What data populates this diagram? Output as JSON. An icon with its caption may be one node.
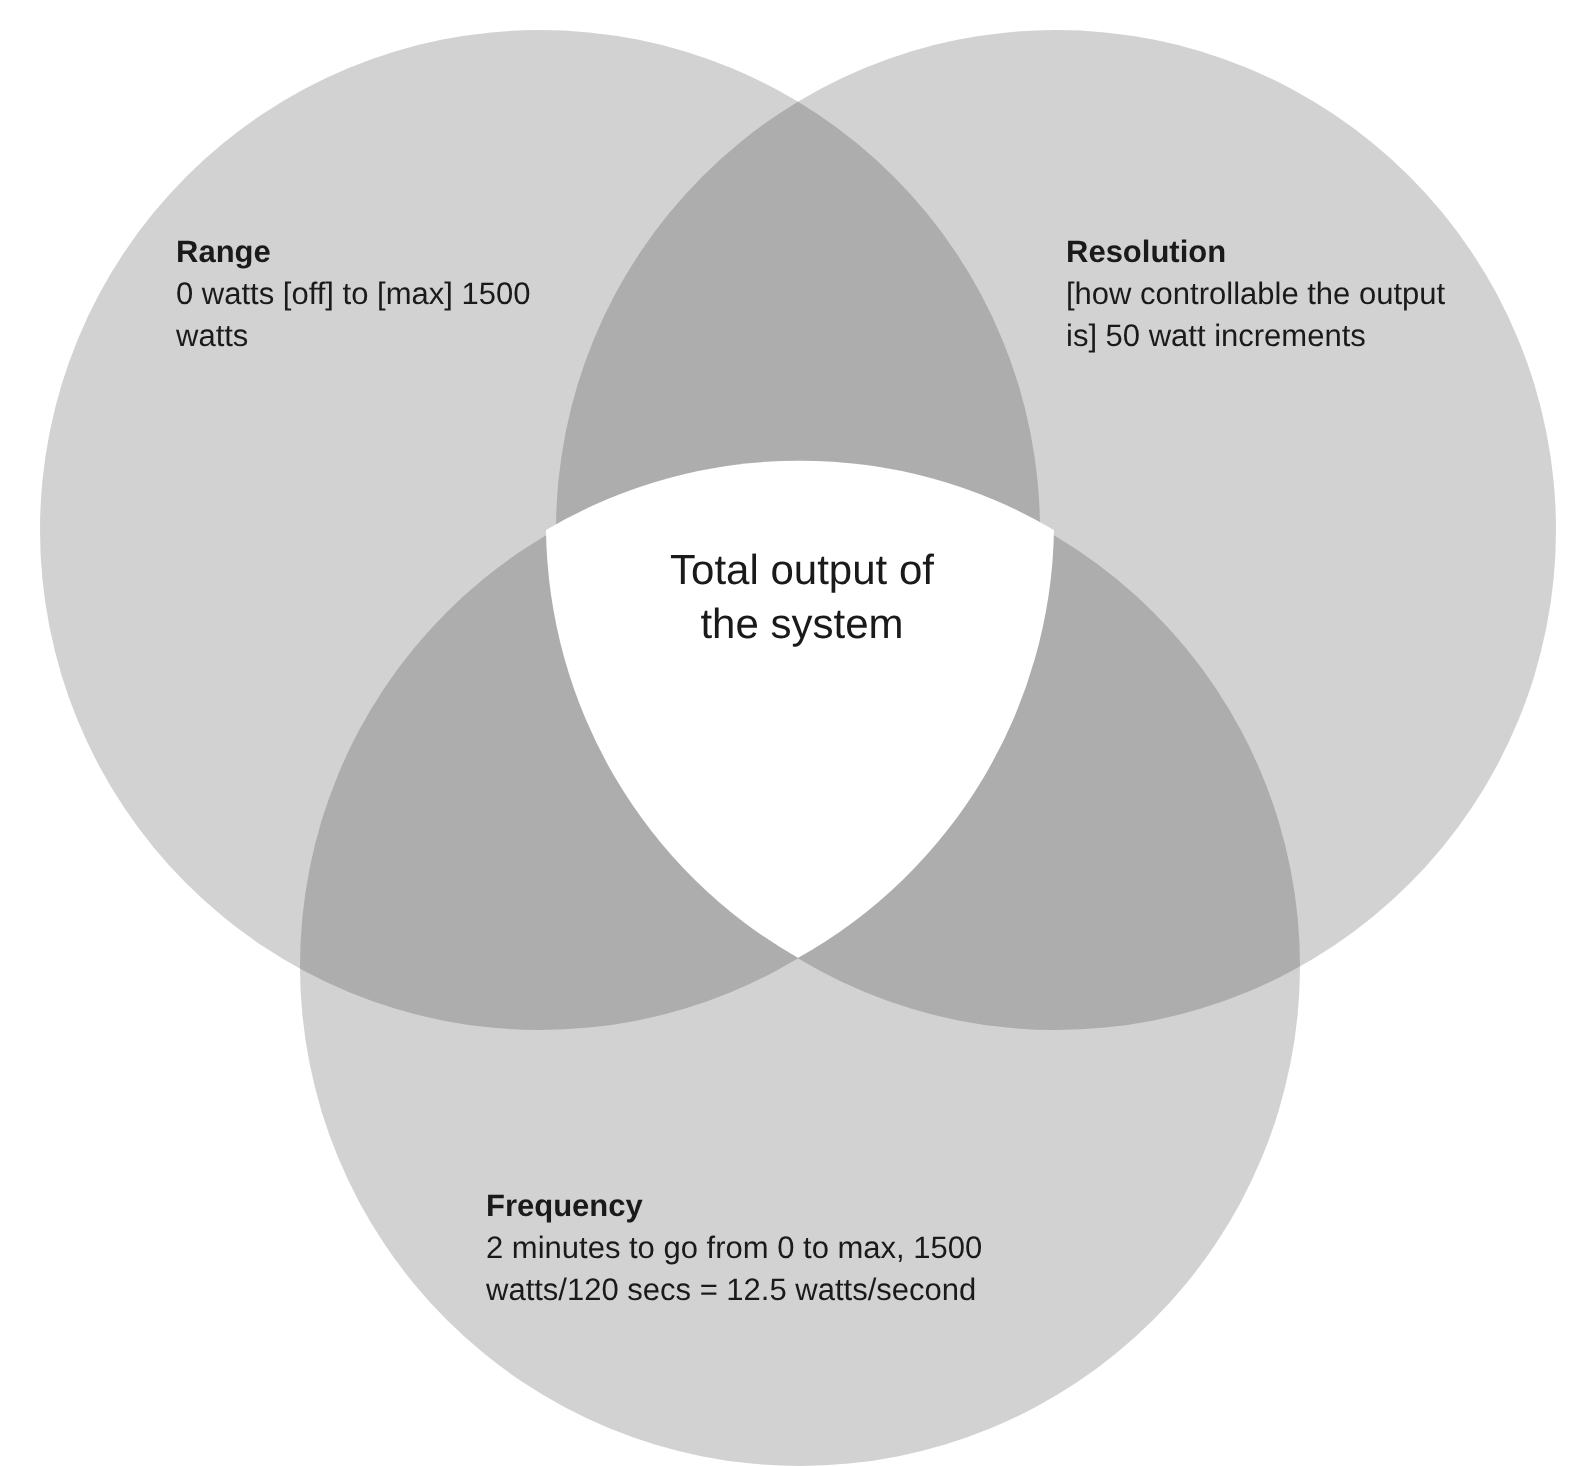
{
  "diagram": {
    "nodes": [
      {
        "text": [
          "Range",
          "0 watts [off] to [max] 1500 watts"
        ]
      },
      {
        "text": [
          "Resolution",
          "[how controllable the output is] 50 watt increments"
        ]
      },
      {
        "text": [
          "Frequency",
          "2 minutes to go from 0 to max, 1500 watts/120 secs = 12.5 watts/second"
        ]
      },
      {
        "text": [
          "Total output of the system"
        ]
      }
    ]
  }
}
